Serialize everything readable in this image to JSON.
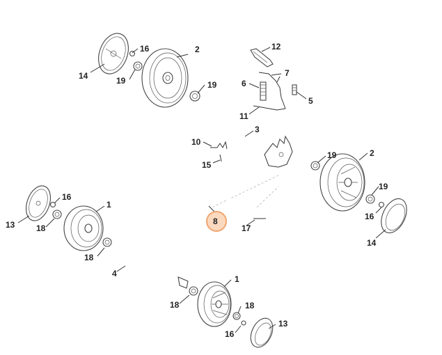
{
  "callouts": [
    {
      "id": "c2a",
      "text": "2"
    },
    {
      "id": "c16a",
      "text": "16"
    },
    {
      "id": "c14a",
      "text": "14"
    },
    {
      "id": "c19a",
      "text": "19"
    },
    {
      "id": "c19b",
      "text": "19"
    },
    {
      "id": "c12",
      "text": "12"
    },
    {
      "id": "c7",
      "text": "7"
    },
    {
      "id": "c6",
      "text": "6"
    },
    {
      "id": "c5",
      "text": "5"
    },
    {
      "id": "c11",
      "text": "11"
    },
    {
      "id": "c3",
      "text": "3"
    },
    {
      "id": "c10",
      "text": "10"
    },
    {
      "id": "c15",
      "text": "15"
    },
    {
      "id": "c19c",
      "text": "19"
    },
    {
      "id": "c2b",
      "text": "2"
    },
    {
      "id": "c19d",
      "text": "19"
    },
    {
      "id": "c16b",
      "text": "16"
    },
    {
      "id": "c14b",
      "text": "14"
    },
    {
      "id": "c17",
      "text": "17"
    },
    {
      "id": "c8",
      "text": "8"
    },
    {
      "id": "c16c",
      "text": "16"
    },
    {
      "id": "c1a",
      "text": "1"
    },
    {
      "id": "c13a",
      "text": "13"
    },
    {
      "id": "c18a",
      "text": "18"
    },
    {
      "id": "c18b",
      "text": "18"
    },
    {
      "id": "c4",
      "text": "4"
    },
    {
      "id": "c1b",
      "text": "1"
    },
    {
      "id": "c18c",
      "text": "18"
    },
    {
      "id": "c18d",
      "text": "18"
    },
    {
      "id": "c13b",
      "text": "13"
    },
    {
      "id": "c16d",
      "text": "16"
    }
  ],
  "highlight": {
    "part": "8",
    "color": "#f2a46f",
    "fill": "#fbd9bf"
  }
}
